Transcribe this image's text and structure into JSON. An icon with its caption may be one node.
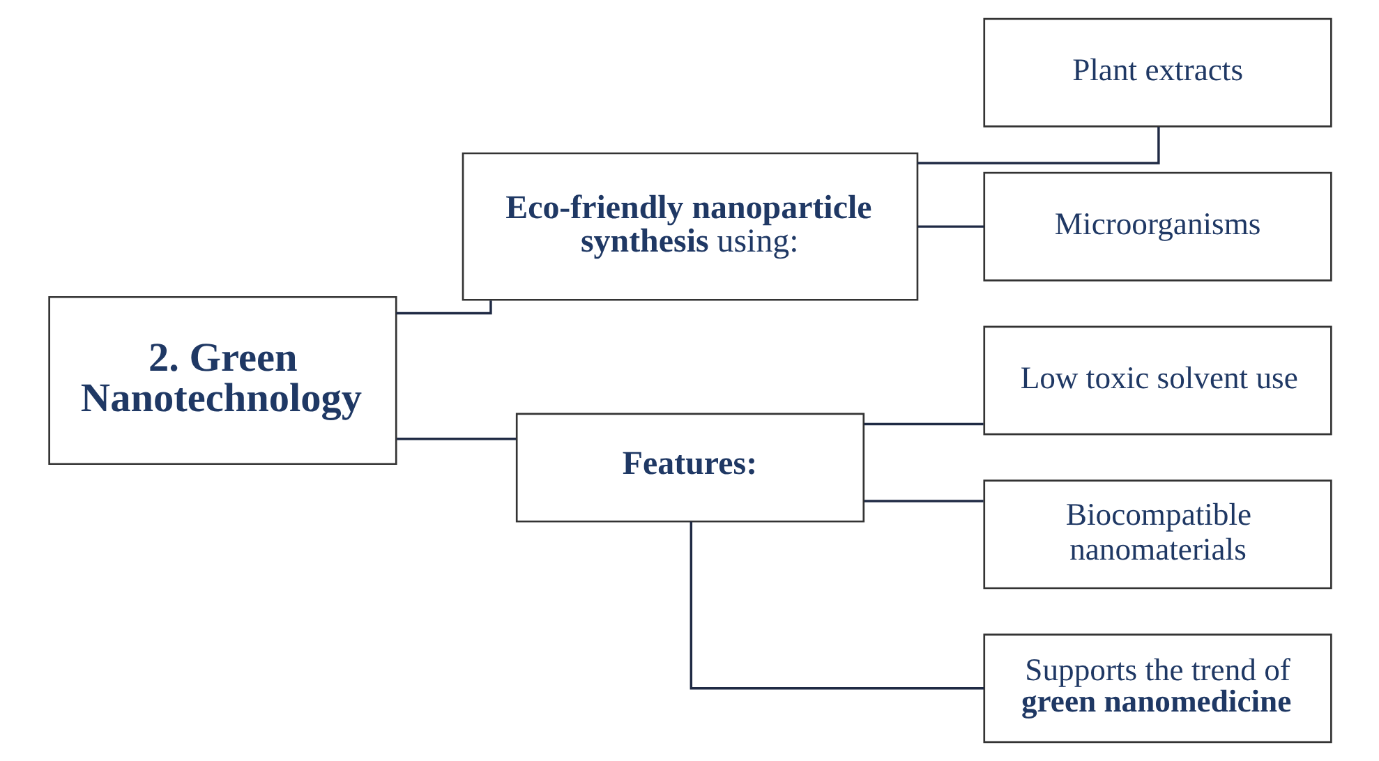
{
  "diagram": {
    "nodes": [
      {
        "text": [
          "2. Green Nanotechnology"
        ]
      },
      {
        "text": [
          "**Eco-friendly nanoparticle synthesis** using:"
        ]
      },
      {
        "text": [
          "Plant extracts"
        ]
      },
      {
        "text": [
          "Microorganisms"
        ]
      },
      {
        "text": [
          "Features:"
        ]
      },
      {
        "text": [
          "Low toxic solvent use"
        ]
      },
      {
        "text": [
          "Biocompatible nanomaterials"
        ]
      },
      {
        "text": [
          "Supports the trend of **green nanomedicine**"
        ]
      }
    ],
    "edges": [
      {
        "from": 0,
        "to": 1,
        "arrow": "none"
      },
      {
        "from": 0,
        "to": 4,
        "arrow": "none"
      },
      {
        "from": 1,
        "to": 2,
        "arrow": "none"
      },
      {
        "from": 1,
        "to": 3,
        "arrow": "none"
      },
      {
        "from": 4,
        "to": 5,
        "arrow": "none"
      },
      {
        "from": 4,
        "to": 6,
        "arrow": "none"
      },
      {
        "from": 4,
        "to": 7,
        "arrow": "none"
      }
    ]
  }
}
